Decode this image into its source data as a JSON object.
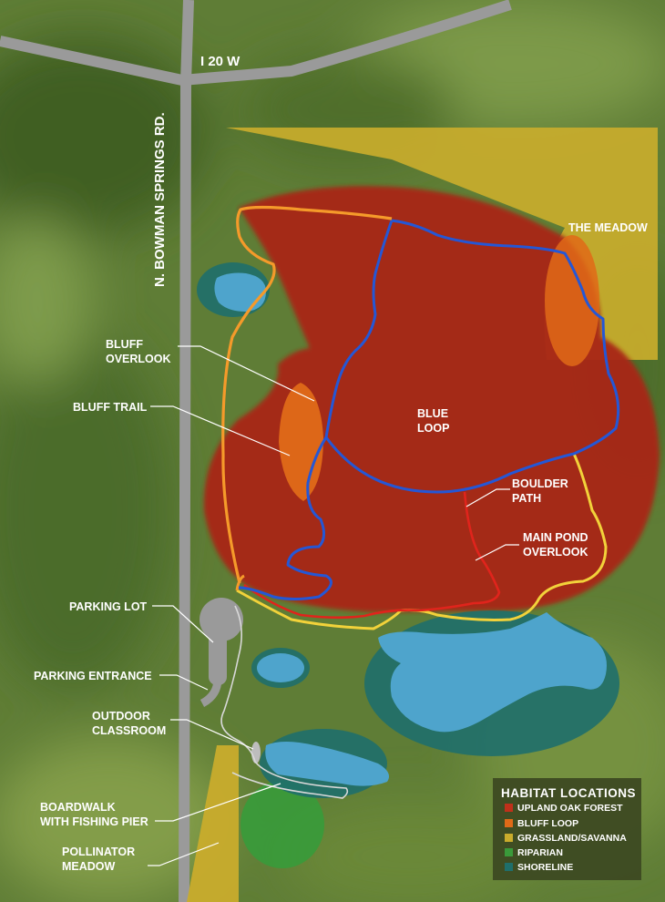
{
  "colors": {
    "upland_oak_forest": "#a82812",
    "bluff_loop": "#e06a18",
    "grassland_savanna": "#c9ac2c",
    "riparian": "#3a9a3a",
    "shoreline": "#1f6f6b",
    "water": "#4ea4cc",
    "road": "#9a9a9a",
    "blue_trail": "#2457d6",
    "orange_trail": "#f59a2a",
    "yellow_trail": "#f2d23a",
    "red_trail": "#e0241c",
    "legend_bg": "#3d4a22"
  },
  "roads": {
    "highway": "I 20 W",
    "street": "N. BOWMAN SPRINGS RD."
  },
  "labels": {
    "the_meadow": "THE MEADOW",
    "blue_loop": [
      "BLUE",
      "LOOP"
    ],
    "boulder_path": [
      "BOULDER",
      "PATH"
    ],
    "main_pond_overlook": [
      "MAIN POND",
      "OVERLOOK"
    ],
    "bluff_overlook": [
      "BLUFF",
      "OVERLOOK"
    ],
    "bluff_trail": "BLUFF TRAIL",
    "parking_lot": "PARKING LOT",
    "parking_entrance": "PARKING ENTRANCE",
    "outdoor_classroom": [
      "OUTDOOR",
      "CLASSROOM"
    ],
    "boardwalk": [
      "BOARDWALK",
      "WITH FISHING PIER"
    ],
    "pollinator_meadow": [
      "POLLINATOR",
      "MEADOW"
    ]
  },
  "legend": {
    "title": "HABITAT LOCATIONS",
    "items": [
      {
        "label": "UPLAND OAK FOREST",
        "color": "#c0301a"
      },
      {
        "label": "BLUFF LOOP",
        "color": "#e06a18"
      },
      {
        "label": "GRASSLAND/SAVANNA",
        "color": "#c9ac2c"
      },
      {
        "label": "RIPARIAN",
        "color": "#3a9a3a"
      },
      {
        "label": "SHORELINE",
        "color": "#1f6f6b"
      }
    ]
  }
}
